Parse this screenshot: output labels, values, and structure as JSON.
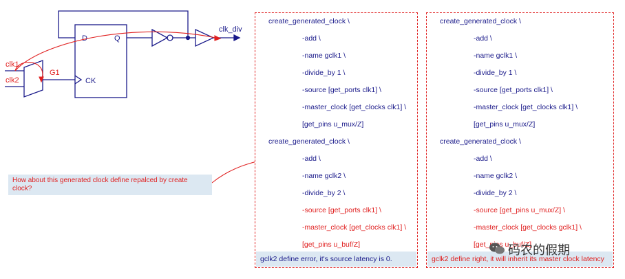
{
  "schematic": {
    "flipflop": {
      "d": "D",
      "q": "Q",
      "ck": "CK"
    },
    "inputs": {
      "clk1": "clk1",
      "clk2": "clk2"
    },
    "mux_label": "G1",
    "output_label": "clk_div",
    "colors": {
      "wire": "#1a1a8a",
      "annotation": "#e02020"
    }
  },
  "question": "How about this generated clock define repalced by create clock?",
  "panels": [
    {
      "lines": [
        {
          "text": "create_generated_clock \\",
          "indent": 0,
          "color": "blue"
        },
        {
          "text": "-add \\",
          "indent": 1,
          "color": "blue"
        },
        {
          "text": "-name gclk1 \\",
          "indent": 1,
          "color": "blue"
        },
        {
          "text": "-divide_by 1 \\",
          "indent": 1,
          "color": "blue"
        },
        {
          "text": "-source [get_ports clk1] \\",
          "indent": 1,
          "color": "blue"
        },
        {
          "text": "-master_clock [get_clocks clk1] \\",
          "indent": 1,
          "color": "blue"
        },
        {
          "text": "[get_pins u_mux/Z]",
          "indent": 1,
          "color": "blue"
        },
        {
          "text": "create_generated_clock \\",
          "indent": 0,
          "color": "blue"
        },
        {
          "text": "-add \\",
          "indent": 1,
          "color": "blue"
        },
        {
          "text": "-name gclk2 \\",
          "indent": 1,
          "color": "blue"
        },
        {
          "text": "-divide_by 2 \\",
          "indent": 1,
          "color": "blue"
        },
        {
          "text": "-source [get_ports clk1] \\",
          "indent": 1,
          "color": "red"
        },
        {
          "text": "-master_clock [get_clocks clk1] \\",
          "indent": 1,
          "color": "red"
        },
        {
          "text": "[get_pins u_buf/Z]",
          "indent": 1,
          "color": "red"
        }
      ],
      "note": "gclk2 define error, it's source latency is 0.",
      "note_color": "blue"
    },
    {
      "lines": [
        {
          "text": "create_generated_clock \\",
          "indent": 0,
          "color": "blue"
        },
        {
          "text": "-add \\",
          "indent": 1,
          "color": "blue"
        },
        {
          "text": "-name gclk1 \\",
          "indent": 1,
          "color": "blue"
        },
        {
          "text": "-divide_by 1 \\",
          "indent": 1,
          "color": "blue"
        },
        {
          "text": "-source [get_ports clk1] \\",
          "indent": 1,
          "color": "blue"
        },
        {
          "text": "-master_clock [get_clocks clk1] \\",
          "indent": 1,
          "color": "blue"
        },
        {
          "text": "[get_pins u_mux/Z]",
          "indent": 1,
          "color": "blue"
        },
        {
          "text": "create_generated_clock \\",
          "indent": 0,
          "color": "blue"
        },
        {
          "text": "-add \\",
          "indent": 1,
          "color": "blue"
        },
        {
          "text": "-name gclk2 \\",
          "indent": 1,
          "color": "blue"
        },
        {
          "text": "-divide_by 2 \\",
          "indent": 1,
          "color": "blue"
        },
        {
          "text": "-source [get_pins u_mux/Z] \\",
          "indent": 1,
          "color": "red"
        },
        {
          "text": "-master_clock [get_clocks gclk1] \\",
          "indent": 1,
          "color": "red"
        },
        {
          "text": "[get_pins u_buf/Z]",
          "indent": 1,
          "color": "red"
        }
      ],
      "note": "gclk2 define right, it will inherit its master clock latency",
      "note_color": "red"
    }
  ],
  "watermark": "码农的假期"
}
